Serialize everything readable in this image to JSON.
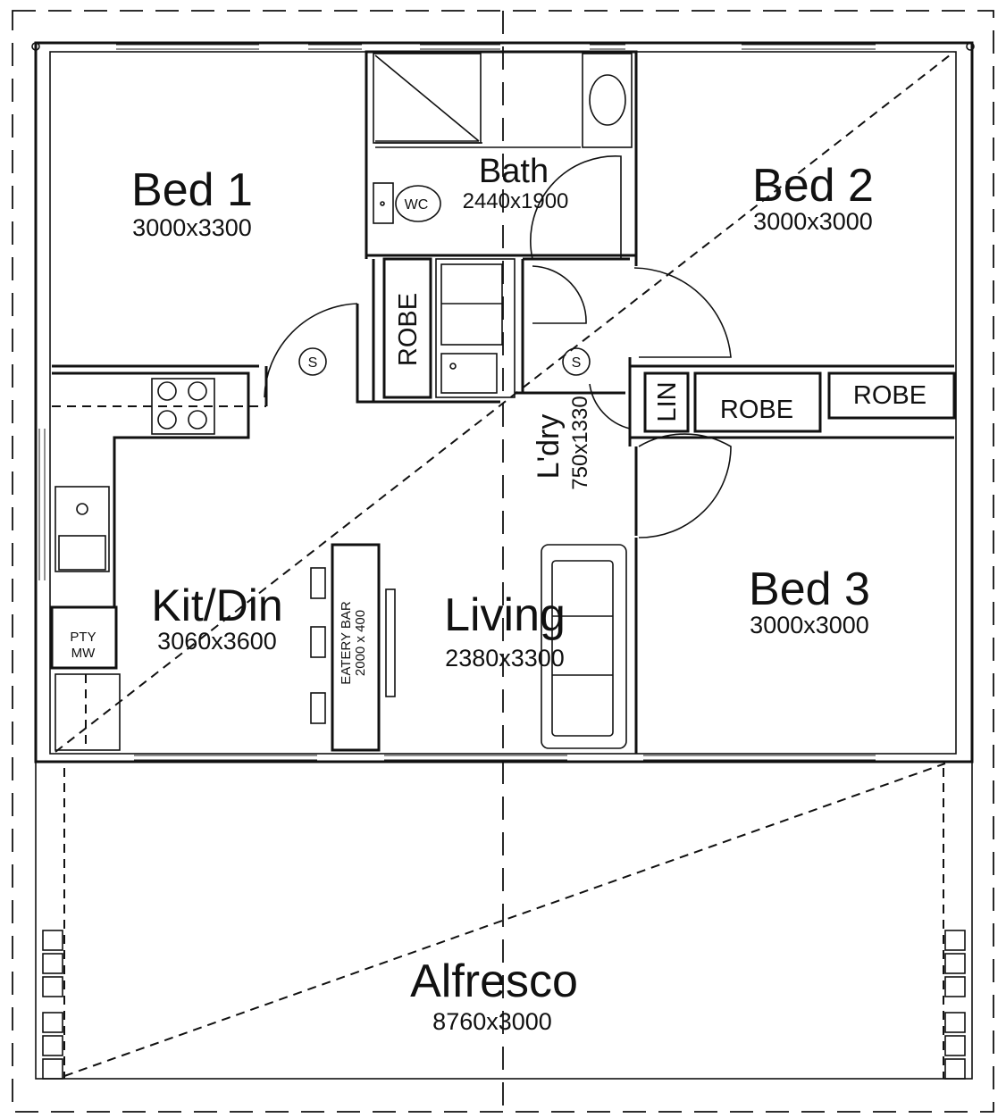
{
  "rooms": {
    "bed1": {
      "name": "Bed 1",
      "dims": "3000x3300"
    },
    "bath": {
      "name": "Bath",
      "dims": "2440x1900"
    },
    "bed2": {
      "name": "Bed 2",
      "dims": "3000x3000"
    },
    "bed3": {
      "name": "Bed 3",
      "dims": "3000x3000"
    },
    "kitdin": {
      "name": "Kit/Din",
      "dims": "3060x3600"
    },
    "living": {
      "name": "Living",
      "dims": "2380x3300"
    },
    "laundry": {
      "name": "L'dry",
      "dims": "750x1330"
    },
    "alfresco": {
      "name": "Alfresco",
      "dims": "8760x3000"
    }
  },
  "fixtures": {
    "wc": "WC",
    "robe_bed1": "ROBE",
    "robe_bed2": "ROBE",
    "robe_bed3": "ROBE",
    "linen": "LIN",
    "pantry": "PTY",
    "microwave": "MW",
    "eatery_bar": "EATERY BAR",
    "eatery_bar_dims": "2000 x 400",
    "smoke_alarm": "S"
  }
}
